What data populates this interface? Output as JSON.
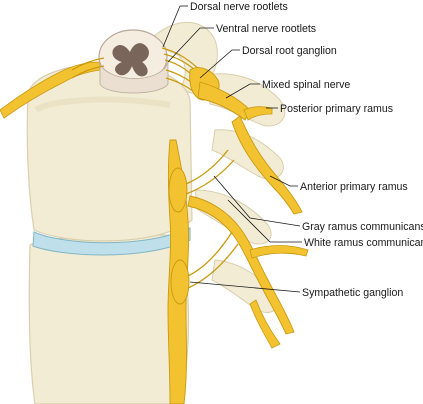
{
  "labels": {
    "dorsal_nerve_rootlets": "Dorsal nerve rootlets",
    "ventral_nerve_rootlets": "Ventral nerve rootlets",
    "dorsal_root_ganglion": "Dorsal root ganglion",
    "mixed_spinal_nerve": "Mixed spinal nerve",
    "posterior_primary_ramus": "Posterior primary ramus",
    "anterior_primary_ramus": "Anterior primary ramus",
    "gray_ramus_communicans": "Gray ramus communicans",
    "white_ramus_communicans": "White ramus communicans",
    "sympathetic_ganglion": "Sympathetic ganglion"
  },
  "colors": {
    "bone": "#f3ecd4",
    "bone_shadow": "#d9cfae",
    "nerve": "#f2c230",
    "nerve_edge": "#c99a10",
    "disc": "#bfe0ea",
    "cord_white": "#f4ede0",
    "cord_gray": "#7a655a"
  }
}
